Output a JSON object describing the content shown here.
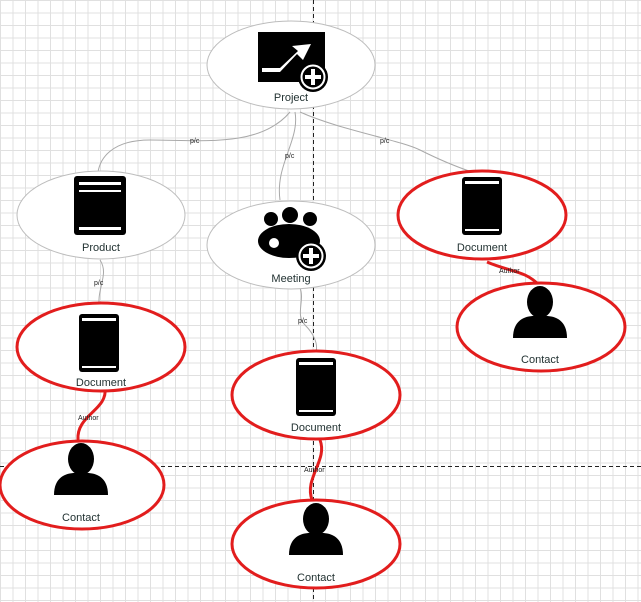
{
  "colors": {
    "grid": "#e0e0e0",
    "node_outline": "#bdbdbd",
    "highlight": "#e21d1d",
    "edge": "#a9a9a9",
    "icon": "#000000"
  },
  "nodes": {
    "project": {
      "label": "Project",
      "icon": "project-add-icon"
    },
    "product": {
      "label": "Product",
      "icon": "product-icon"
    },
    "meeting": {
      "label": "Meeting",
      "icon": "meeting-add-icon"
    },
    "document_1": {
      "label": "Document",
      "icon": "document-book-icon"
    },
    "document_2": {
      "label": "Document",
      "icon": "document-book-icon"
    },
    "document_3": {
      "label": "Document",
      "icon": "document-book-icon"
    },
    "contact_1": {
      "label": "Contact",
      "icon": "contact-person-icon"
    },
    "contact_2": {
      "label": "Contact",
      "icon": "contact-person-icon"
    },
    "contact_3": {
      "label": "Contact",
      "icon": "contact-person-icon"
    }
  },
  "edges": {
    "project_product": "p/c",
    "project_meeting": "p/c",
    "project_document": "p/c",
    "product_document": "p/c",
    "meeting_document": "p/c",
    "author_1": "Author",
    "author_2": "Author",
    "author_3": "Author"
  }
}
